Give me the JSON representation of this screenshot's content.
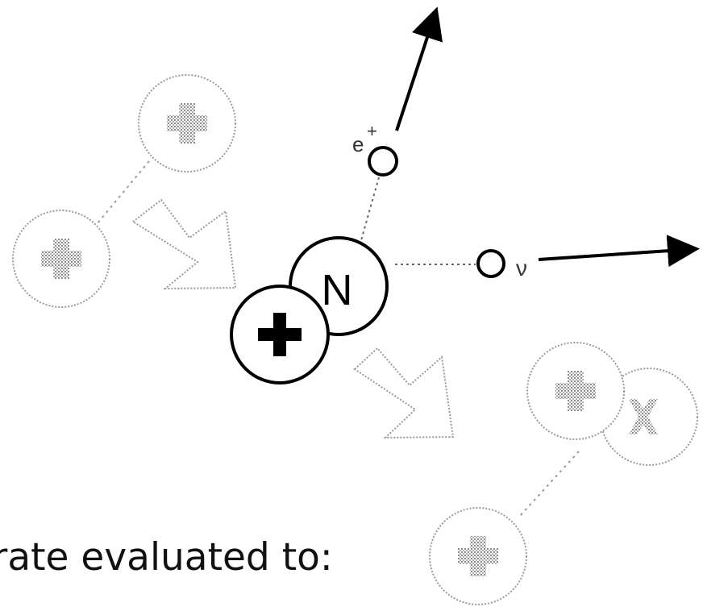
{
  "labels": {
    "positron": "e",
    "positron_charge": "+",
    "neutrino": "ν",
    "neutron": "N",
    "caption": "rate evaluated to:"
  },
  "colors": {
    "ink": "#000000",
    "faded": "#9a9a9a",
    "background": "#ffffff"
  }
}
